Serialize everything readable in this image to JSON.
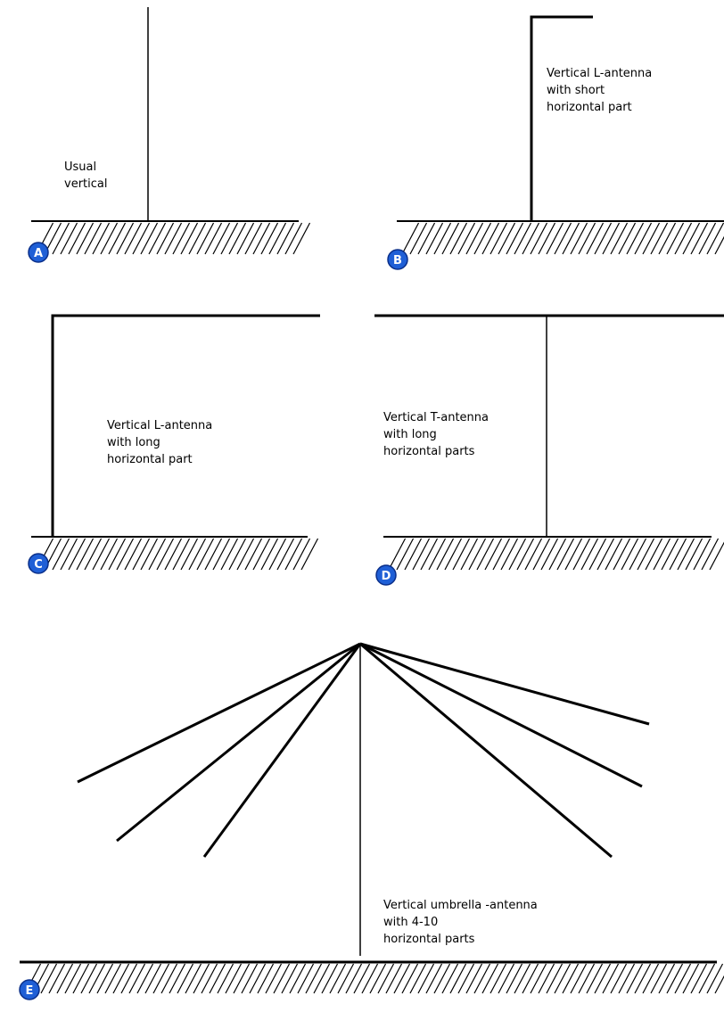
{
  "diagrams": [
    {
      "id": "A",
      "lines": [
        "Usual",
        "vertical"
      ]
    },
    {
      "id": "B",
      "lines": [
        "Vertical L-antenna",
        "with short",
        "horizontal part"
      ]
    },
    {
      "id": "C",
      "lines": [
        "Vertical L-antenna",
        "with long",
        "horizontal part"
      ]
    },
    {
      "id": "D",
      "lines": [
        "Vertical T-antenna",
        "with long",
        "horizontal parts"
      ]
    },
    {
      "id": "E",
      "lines": [
        "Vertical umbrella -antenna",
        "with 4-10",
        "horizontal parts"
      ]
    }
  ],
  "colors": {
    "badge": "#1f5fd6",
    "badge_edge": "#0a2f8a",
    "ink": "#000000"
  }
}
